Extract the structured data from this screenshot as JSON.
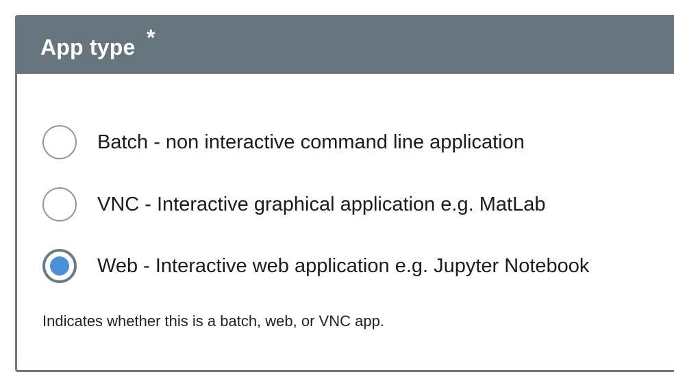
{
  "field": {
    "title": "App type",
    "required_mark": "*",
    "help_text": "Indicates whether this is a batch, web, or VNC app."
  },
  "options": [
    {
      "label": "Batch - non interactive command line application",
      "checked": false
    },
    {
      "label": "VNC - Interactive graphical application e.g. MatLab",
      "checked": false
    },
    {
      "label": "Web - Interactive web application e.g. Jupyter Notebook",
      "checked": true
    }
  ],
  "colors": {
    "header_bg": "#67757f",
    "radio_selected": "#4a90d9"
  }
}
